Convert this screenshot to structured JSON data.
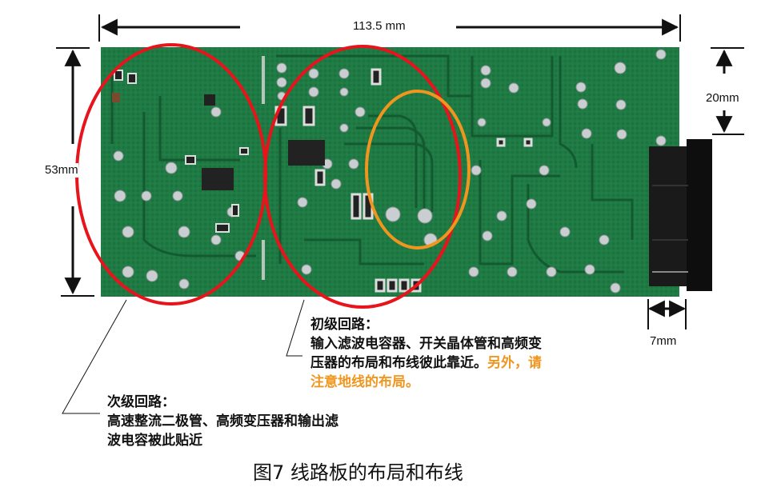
{
  "figure": {
    "title": "图7 线路板的布局和布线",
    "subject": "power-supply PCB (solder side)"
  },
  "dimensions": {
    "width": "113.5 mm",
    "height": "53mm",
    "connector_offset": "20mm",
    "connector_protrusion": "7mm"
  },
  "annotations": {
    "primary": {
      "heading": "初级回路：",
      "line1": "输入滤波电容器、开关晶体管和高频变",
      "line2_black": "压器的布局和布线彼此靠近。",
      "line2_orange": "另外，请",
      "line3_orange": "注意地线的布局。"
    },
    "secondary": {
      "heading": "次级回路：",
      "line1": "高速整流二极管、高频变压器和输出滤",
      "line2": "波电容被此贴近"
    }
  },
  "regions": [
    {
      "name": "secondary-circuit",
      "color": "#e8141c",
      "shape": "ellipse"
    },
    {
      "name": "primary-circuit",
      "color": "#e8141c",
      "shape": "ellipse"
    },
    {
      "name": "ground-trace-area",
      "color": "#f0961e",
      "shape": "ellipse"
    }
  ],
  "colors": {
    "pcb": "#1f7a44",
    "pcb_dark": "#145a30",
    "solder": "#c9ced0",
    "red": "#e8141c",
    "orange": "#f0961e",
    "connector": "#151515"
  }
}
